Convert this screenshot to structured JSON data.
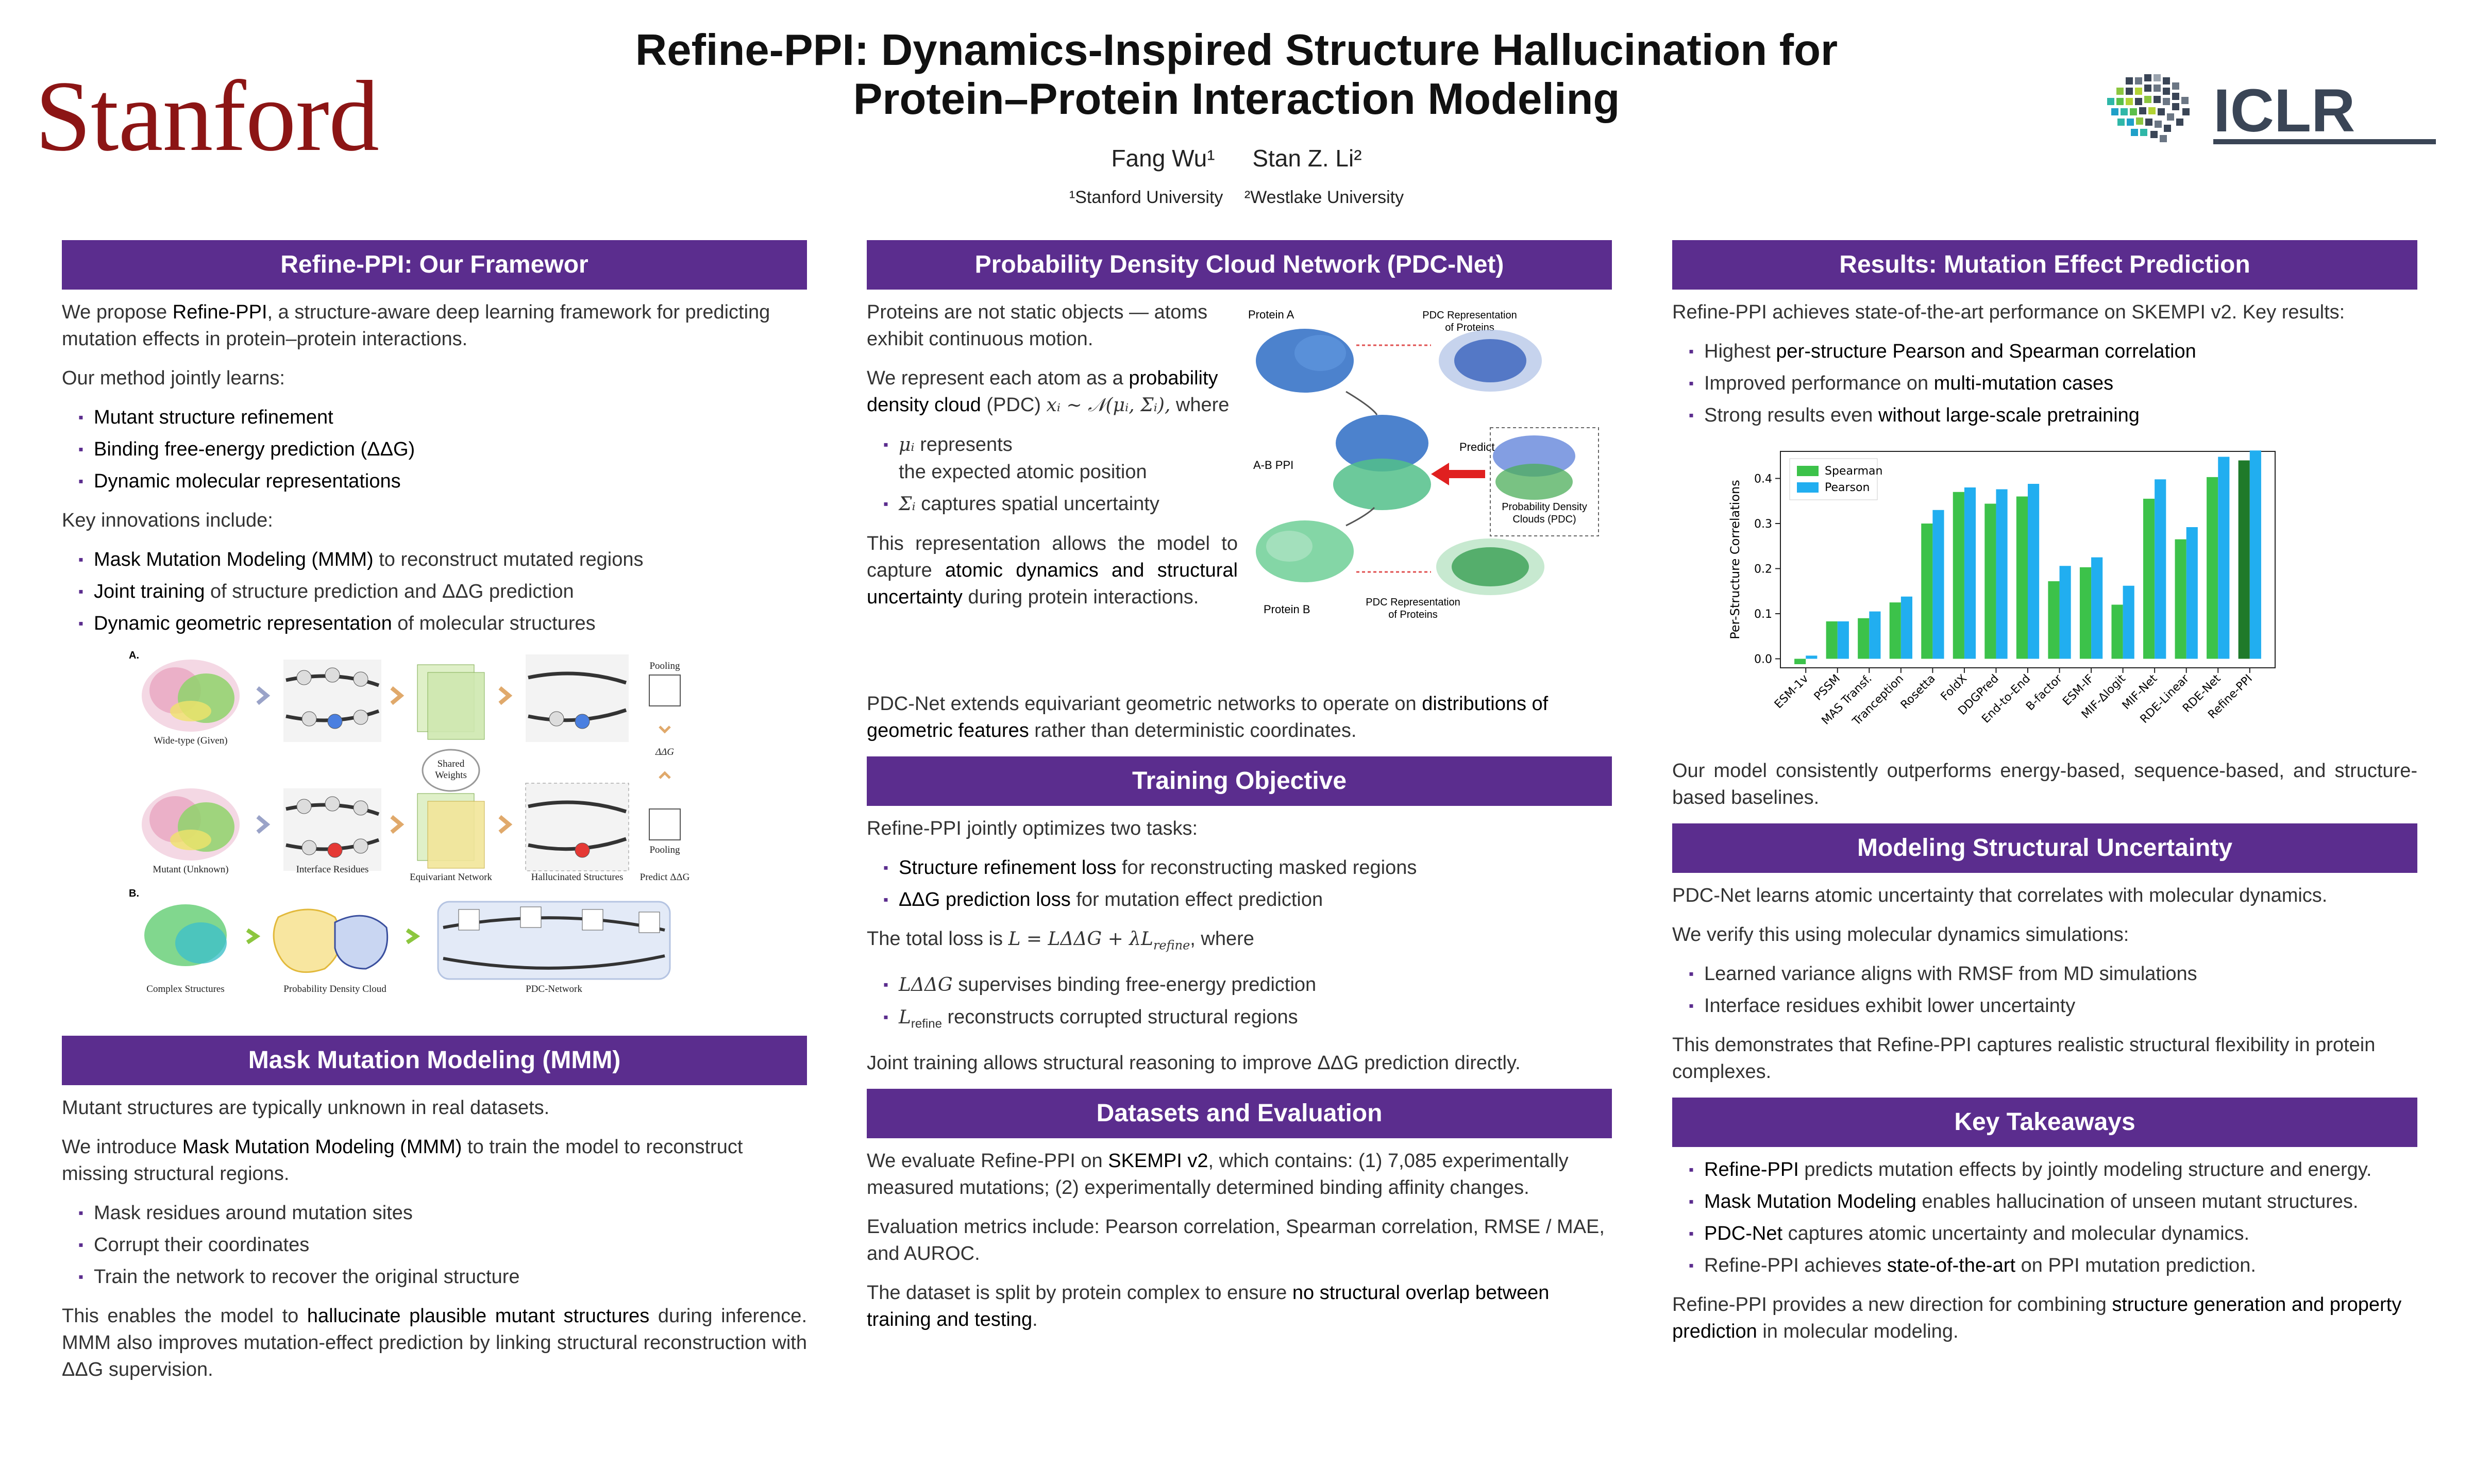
{
  "header": {
    "stanford": "Stanford",
    "title_line1": "Refine-PPI: Dynamics-Inspired Structure Hallucination for",
    "title_line2": "Protein–Protein Interaction Modeling",
    "author1": "Fang Wu¹",
    "author2": "Stan Z. Li²",
    "affil1": "¹Stanford University",
    "affil2": "²Westlake University",
    "iclr": "ICLR"
  },
  "framework": {
    "heading": "Refine-PPI: Our Framewor",
    "intro_a": "We propose ",
    "intro_b": "Refine-PPI",
    "intro_c": ", a structure-aware deep learning framework for predicting mutation effects in protein–protein interactions.",
    "learns": "Our method jointly learns:",
    "learn_items": [
      "Mutant structure refinement",
      "Binding free-energy prediction (ΔΔG)",
      "Dynamic molecular representations"
    ],
    "innov": "Key innovations include:",
    "innov_items": [
      {
        "em": "Mask Mutation Modeling (MMM)",
        "rest": " to reconstruct mutated regions"
      },
      {
        "em": "Joint training",
        "rest": " of structure prediction and ΔΔG prediction"
      },
      {
        "em": "Dynamic geometric representation",
        "rest": " of molecular structures"
      }
    ],
    "figure": {
      "panel_a": "A.",
      "panel_b": "B.",
      "wild": "Wide-type (Given)",
      "mutant": "Mutant (Unknown)",
      "interface": "Interface Residues",
      "equiv": "Equivariant Network",
      "halluc": "Hallucinated Structures",
      "predict": "Predict ΔΔG",
      "shared": "Shared",
      "weights": "Weights",
      "pooling": "Pooling",
      "ddg": "ΔΔG",
      "complex": "Complex Structures",
      "pdc": "Probability Density Cloud",
      "pdcnet": "PDC-Network"
    }
  },
  "mmm": {
    "heading": "Mask Mutation Modeling (MMM)",
    "p1": "Mutant structures are typically unknown in real datasets.",
    "p2a": "We introduce ",
    "p2b": "Mask Mutation Modeling (MMM)",
    "p2c": " to train the model to reconstruct missing structural regions.",
    "items": [
      "Mask residues around mutation sites",
      "Corrupt their coordinates",
      "Train the network to recover the original structure"
    ],
    "p3a": "This enables the model to ",
    "p3b": "hallucinate plausible mutant structures",
    "p3c": " during inference. MMM also improves mutation-effect prediction by linking structural reconstruction with ΔΔG supervision."
  },
  "pdcnet": {
    "heading": "Probability Density Cloud Network (PDC-Net)",
    "p1": "Proteins are not static objects — atoms exhibit continuous motion.",
    "p2a": "We represent each atom as a ",
    "p2b": "probability density cloud",
    "p2c": " (PDC) ",
    "p2math": "xᵢ ∼ 𝒩(μᵢ, Σᵢ),",
    "p2d": " where",
    "mu": "μᵢ",
    "mu_rest1": " represents",
    "mu_rest2": "the expected atomic position",
    "sigma": "Σᵢ",
    "sigma_rest": " captures spatial uncertainty",
    "p3a": "This representation allows the model to capture ",
    "p3b": "atomic dynamics and structural uncertainty",
    "p3c": " during protein interactions.",
    "p4a": "PDC-Net extends equivariant geometric networks to operate on ",
    "p4b": "distributions of geometric features",
    "p4c": " rather than deterministic coordinates.",
    "figure": {
      "protein_a": "Protein A",
      "protein_b": "Protein B",
      "abppi": "A-B PPI",
      "pdc_rep_top": "PDC Representation",
      "of_proteins": "of Proteins",
      "pdc_rep_bot": "PDC Representation",
      "predict": "Predict",
      "pdc_label1": "Probability Density",
      "pdc_label2": "Clouds (PDC)"
    }
  },
  "training": {
    "heading": "Training Objective",
    "p1": "Refine-PPI jointly optimizes two tasks:",
    "items": [
      {
        "em": "Structure refinement loss",
        "rest": " for reconstructing masked regions"
      },
      {
        "em": "ΔΔG prediction loss",
        "rest": " for mutation effect prediction"
      }
    ],
    "p2a": "The total loss is ",
    "p2math": "L = LΔΔG + λL",
    "p2sub": "refine",
    "p2b": ", where",
    "l1": "LΔΔG",
    "l1_rest": " supervises binding free-energy prediction",
    "l2": "L",
    "l2sub": "refine",
    "l2_rest": " reconstructs corrupted structural regions",
    "p3": "Joint training allows structural reasoning to improve ΔΔG prediction directly."
  },
  "datasets": {
    "heading": "Datasets and Evaluation",
    "p1a": "We evaluate Refine-PPI on ",
    "p1b": "SKEMPI v2",
    "p1c": ", which contains: (1) 7,085 experimentally measured mutations; (2) experimentally determined binding affinity changes.",
    "p2": "Evaluation metrics include:  Pearson correlation, Spearman correlation, RMSE / MAE, and AUROC.",
    "p3a": "The dataset is split by protein complex to ensure ",
    "p3b": "no structural overlap between training and testing",
    "p3c": "."
  },
  "results": {
    "heading": "Results: Mutation Effect Prediction",
    "p1": "Refine-PPI achieves state-of-the-art performance on SKEMPI v2. Key results:",
    "items": [
      {
        "pre": "Highest ",
        "em": "per-structure Pearson and Spearman correlation",
        "post": ""
      },
      {
        "pre": "Improved performance on ",
        "em": "multi-mutation cases",
        "post": ""
      },
      {
        "pre": "Strong results even ",
        "em": "without large-scale pretraining",
        "post": ""
      }
    ],
    "p2": "Our model consistently outperforms energy-based, sequence-based, and structure-based baselines."
  },
  "chart_data": {
    "type": "bar",
    "title": "",
    "xlabel": "",
    "ylabel": "Per-Structure Correlations",
    "ylim": [
      -0.02,
      0.46
    ],
    "yticks": [
      0.0,
      0.1,
      0.2,
      0.3,
      0.4
    ],
    "ytick_labels": [
      "0.0",
      "0.1",
      "0.2",
      "0.3",
      "0.4"
    ],
    "legend_position": "top-left",
    "categories": [
      "ESM-1v",
      "PSSM",
      "MAS Transf.",
      "Tranception",
      "Rosetta",
      "FoldX",
      "DDGPred",
      "End-to-End",
      "B-factor",
      "ESM-IF",
      "MIF-Δlogit",
      "MIF-Net",
      "RDE-Linear",
      "RDE-Net",
      "Refine-PPI"
    ],
    "series": [
      {
        "name": "Spearman",
        "color": "#3cc24a",
        "values": [
          -0.012,
          0.083,
          0.09,
          0.125,
          0.3,
          0.37,
          0.344,
          0.36,
          0.172,
          0.203,
          0.12,
          0.355,
          0.265,
          0.403,
          0.44
        ]
      },
      {
        "name": "Pearson",
        "color": "#21aef0",
        "values": [
          0.007,
          0.083,
          0.105,
          0.138,
          0.33,
          0.38,
          0.376,
          0.388,
          0.206,
          0.225,
          0.162,
          0.398,
          0.292,
          0.448,
          0.462
        ]
      }
    ],
    "highlight_last_color": "#1f7a2a"
  },
  "uncertainty": {
    "heading": "Modeling Structural Uncertainty",
    "p1": "PDC-Net learns atomic uncertainty that correlates with molecular dynamics.",
    "p2": "We verify this using molecular dynamics simulations:",
    "items": [
      "Learned variance aligns with RMSF from MD simulations",
      "Interface residues exhibit lower uncertainty"
    ],
    "p3": "This demonstrates that Refine-PPI captures realistic structural flexibility in protein complexes."
  },
  "takeaways": {
    "heading": "Key Takeaways",
    "items": [
      {
        "em": "Refine-PPI",
        "rest": " predicts mutation effects by jointly modeling structure and energy."
      },
      {
        "em": "Mask Mutation Modeling",
        "rest": " enables hallucination of unseen mutant structures."
      },
      {
        "em": "PDC-Net",
        "rest": " captures atomic uncertainty and molecular dynamics."
      },
      {
        "pre": "Refine-PPI achieves ",
        "em": "state-of-the-art",
        "rest": " on PPI mutation prediction."
      }
    ],
    "p1a": "Refine-PPI provides a new direction for combining ",
    "p1b": "structure generation and property prediction",
    "p1c": " in molecular modeling."
  },
  "colors": {
    "accent": "#5b2d8e",
    "stanford": "#8c1515",
    "iclr": "#3a4556"
  }
}
